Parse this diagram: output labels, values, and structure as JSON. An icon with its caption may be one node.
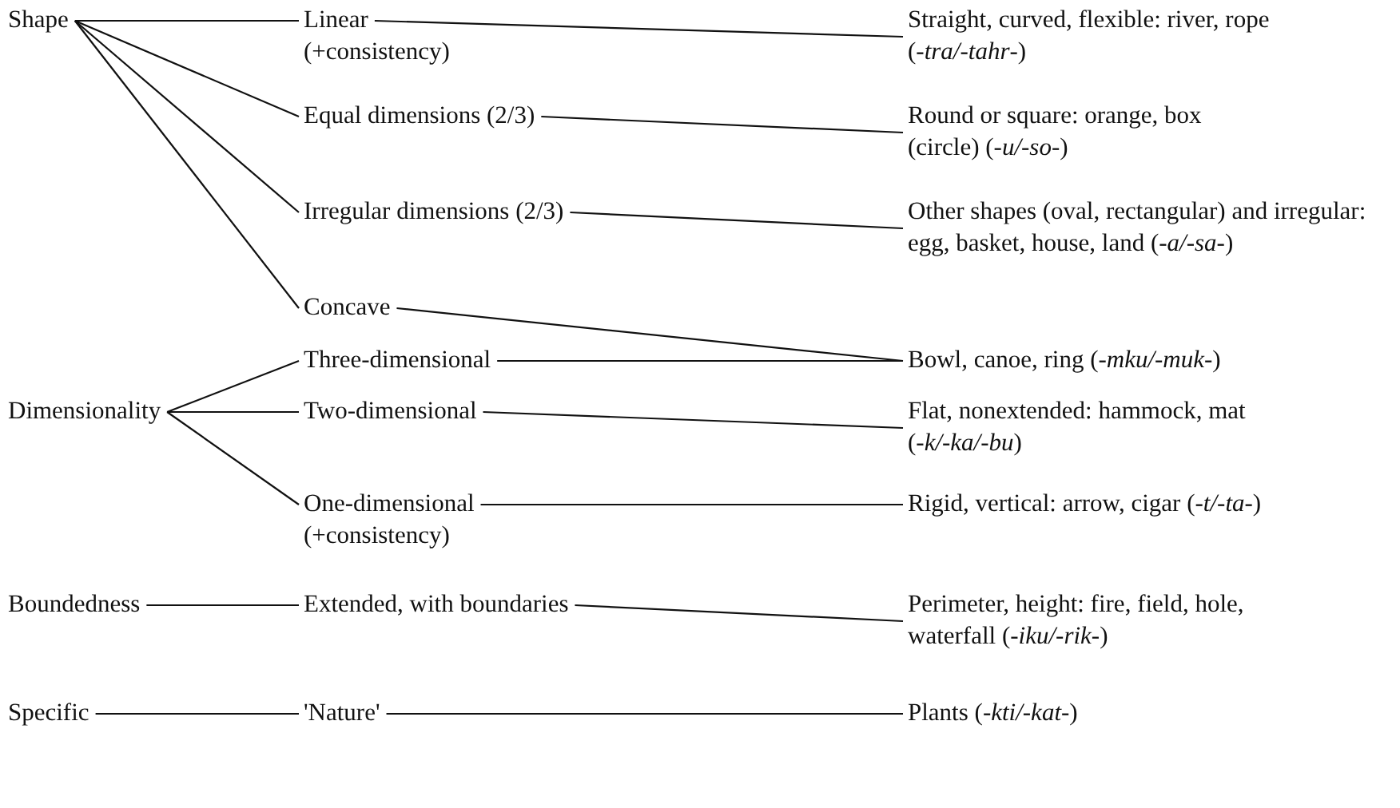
{
  "diagram": {
    "nodes": [
      {
        "text": [
          "Shape"
        ]
      },
      {
        "text": [
          "Linear",
          "(+consistency)"
        ]
      },
      {
        "text": [
          "Straight, curved, flexible: river, rope (*-tra/-tahr*-)"
        ]
      },
      {
        "text": [
          "Equal dimensions (2/3)"
        ]
      },
      {
        "text": [
          "Round or square: orange, box (circle) (*-u/-so*-)"
        ]
      },
      {
        "text": [
          "Irregular dimensions (2/3)"
        ]
      },
      {
        "text": [
          "Other shapes (oval, rectangular) and irregular: egg, basket, house, land (*-a/-sa*-)"
        ]
      },
      {
        "text": [
          "Concave"
        ]
      },
      {
        "text": [
          "Dimensionality"
        ]
      },
      {
        "text": [
          "Three-dimensional"
        ]
      },
      {
        "text": [
          "Bowl, canoe, ring (*-mku/-muk*-)"
        ]
      },
      {
        "text": [
          "Two-dimensional"
        ]
      },
      {
        "text": [
          "Flat, nonextended: hammock, mat (*-k/-ka/-bu*)"
        ]
      },
      {
        "text": [
          "One-dimensional",
          "(+consistency)"
        ]
      },
      {
        "text": [
          "Rigid, vertical: arrow, cigar (*-t/-ta*-)"
        ]
      },
      {
        "text": [
          "Boundedness"
        ]
      },
      {
        "text": [
          "Extended, with boundaries"
        ]
      },
      {
        "text": [
          "Perimeter, height: fire, field, hole, waterfall (*-iku/-rik*-)"
        ]
      },
      {
        "text": [
          "Specific"
        ]
      },
      {
        "text": [
          "'Nature'"
        ]
      },
      {
        "text": [
          "Plants (*-kti/-kat*-)"
        ]
      }
    ],
    "edges": [
      {
        "from": 0,
        "to": 1,
        "arrow": "none"
      },
      {
        "from": 0,
        "to": 3,
        "arrow": "none"
      },
      {
        "from": 0,
        "to": 5,
        "arrow": "none"
      },
      {
        "from": 0,
        "to": 7,
        "arrow": "none"
      },
      {
        "from": 1,
        "to": 2,
        "arrow": "none"
      },
      {
        "from": 3,
        "to": 4,
        "arrow": "none"
      },
      {
        "from": 5,
        "to": 6,
        "arrow": "none"
      },
      {
        "from": 7,
        "to": 10,
        "arrow": "none"
      },
      {
        "from": 8,
        "to": 9,
        "arrow": "none"
      },
      {
        "from": 8,
        "to": 11,
        "arrow": "none"
      },
      {
        "from": 8,
        "to": 13,
        "arrow": "none"
      },
      {
        "from": 9,
        "to": 10,
        "arrow": "none"
      },
      {
        "from": 11,
        "to": 12,
        "arrow": "none"
      },
      {
        "from": 13,
        "to": 14,
        "arrow": "none"
      },
      {
        "from": 15,
        "to": 16,
        "arrow": "none"
      },
      {
        "from": 16,
        "to": 17,
        "arrow": "none"
      },
      {
        "from": 18,
        "to": 19,
        "arrow": "none"
      },
      {
        "from": 19,
        "to": 20,
        "arrow": "none"
      }
    ]
  }
}
